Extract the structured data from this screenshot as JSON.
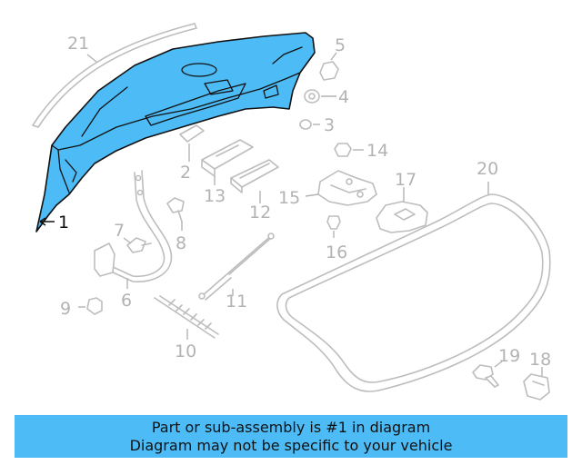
{
  "colors": {
    "highlight_fill": "#4dbcf6",
    "part_stroke": "#bdbdbd",
    "callout_text": "#b3b3b3",
    "main_callout_text": "#111111",
    "banner_bg": "#4dbcf6"
  },
  "callouts": {
    "c1": "1",
    "c2": "2",
    "c3": "3",
    "c4": "4",
    "c5": "5",
    "c6": "6",
    "c7": "7",
    "c8": "8",
    "c9": "9",
    "c10": "10",
    "c11": "11",
    "c12": "12",
    "c13": "13",
    "c14": "14",
    "c15": "15",
    "c16": "16",
    "c17": "17",
    "c18": "18",
    "c19": "19",
    "c20": "20",
    "c21": "21"
  },
  "banner": {
    "line1": "Part or sub-assembly is #1 in diagram",
    "line2": "Diagram may not be specific to your vehicle"
  }
}
